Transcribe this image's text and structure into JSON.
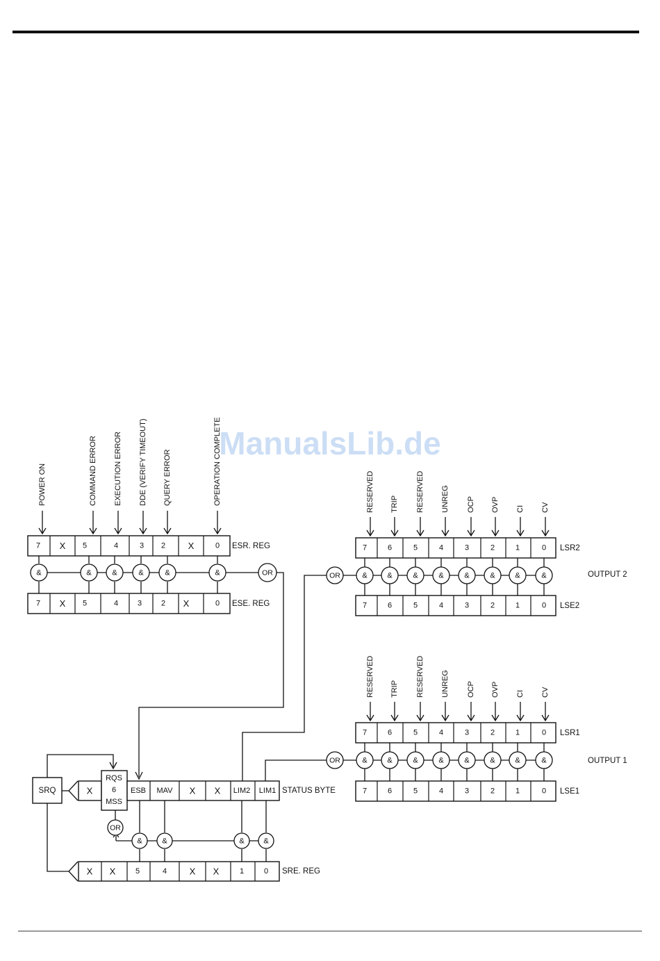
{
  "watermark": "ManualsLib.de",
  "and_symbol": "&",
  "or_symbol": "OR",
  "esr": {
    "label": "ESR. REG",
    "cells": [
      "7",
      "X",
      "5",
      "4",
      "3",
      "2",
      "X",
      "0"
    ],
    "events": [
      "POWER ON",
      "COMMAND ERROR",
      "EXECUTION ERROR",
      "DDE (VERIFY TIMEOUT)",
      "QUERY ERROR",
      "OPERATION COMPLETE"
    ]
  },
  "ese": {
    "label": "ESE. REG",
    "cells": [
      "7",
      "X",
      "5",
      "4",
      "3",
      "2",
      "X",
      "0"
    ]
  },
  "status_byte": {
    "label": "STATUS BYTE",
    "cells": [
      "X",
      "RQS",
      "ESB",
      "MAV",
      "X",
      "X",
      "LIM2",
      "LIM1"
    ],
    "rqs_lines": [
      "RQS",
      "6",
      "MSS"
    ]
  },
  "sre": {
    "label": "SRE. REG",
    "cells": [
      "X",
      "X",
      "5",
      "4",
      "X",
      "X",
      "1",
      "0"
    ]
  },
  "srq": {
    "label": "SRQ"
  },
  "output2": {
    "label": "OUTPUT 2",
    "lsr_label": "LSR2",
    "lse_label": "LSE2",
    "events": [
      "RESERVED",
      "TRIP",
      "RESERVED",
      "UNREG",
      "OCP",
      "OVP",
      "CI",
      "CV"
    ],
    "lsr_cells": [
      "7",
      "6",
      "5",
      "4",
      "3",
      "2",
      "1",
      "0"
    ],
    "lse_cells": [
      "7",
      "6",
      "5",
      "4",
      "3",
      "2",
      "1",
      "0"
    ]
  },
  "output1": {
    "label": "OUTPUT 1",
    "lsr_label": "LSR1",
    "lse_label": "LSE1",
    "events": [
      "RESERVED",
      "TRIP",
      "RESERVED",
      "UNREG",
      "OCP",
      "OVP",
      "CI",
      "CV"
    ],
    "lsr_cells": [
      "7",
      "6",
      "5",
      "4",
      "3",
      "2",
      "1",
      "0"
    ],
    "lse_cells": [
      "7",
      "6",
      "5",
      "4",
      "3",
      "2",
      "1",
      "0"
    ]
  }
}
